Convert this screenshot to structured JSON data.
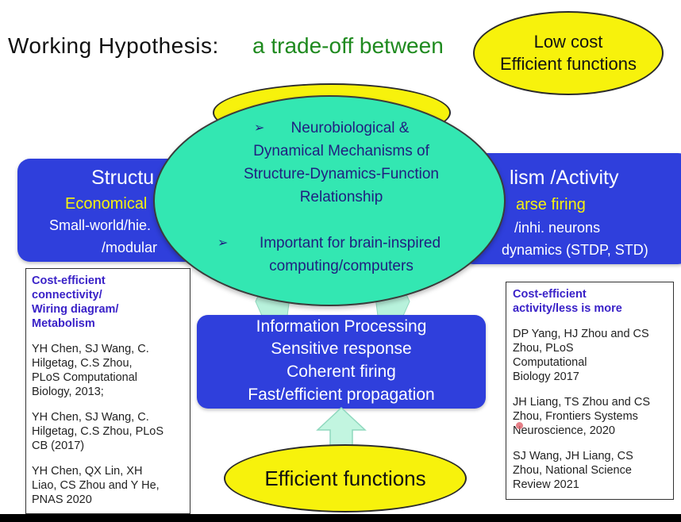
{
  "title": {
    "prefix": "Working Hypothesis:",
    "tradeoff": "a trade-off between"
  },
  "cost_ellipse": {
    "line1": "Low cost",
    "line2": "Efficient functions"
  },
  "structure_box": {
    "title": "Structu",
    "subtitle": "Economical",
    "line1": "Small-world/hie.",
    "line2": "/modular"
  },
  "activity_box": {
    "title": "lism /Activity",
    "subtitle": "arse firing",
    "line1": "/inhi. neurons",
    "line2": "dynamics (STDP, STD)"
  },
  "center_ellipse": {
    "bullet": "➢",
    "item1": [
      "Neurobiological &",
      "Dynamical Mechanisms of",
      "Structure-Dynamics-Function",
      "Relationship"
    ],
    "item2": [
      "Important for brain-inspired",
      "computing/computers"
    ]
  },
  "info_box": {
    "title": "Information Processing",
    "line1": "Sensitive response",
    "line2": "Coherent firing",
    "line3": "Fast/efficient propagation"
  },
  "efficient_ellipse": {
    "label": "Efficient functions"
  },
  "left_refs": {
    "heading": [
      "Cost-efficient",
      "connectivity/",
      "Wiring diagram/",
      "Metabolism"
    ],
    "ref1": [
      "YH Chen, SJ Wang, C.",
      "Hilgetag, C.S Zhou,",
      "PLoS Computational",
      "Biology, 2013;"
    ],
    "ref2": [
      "YH Chen, SJ Wang, C.",
      "Hilgetag, C.S Zhou, PLoS",
      "CB (2017)"
    ],
    "ref3": [
      "YH Chen, QX Lin, XH",
      "Liao, CS Zhou and Y He,",
      "PNAS 2020"
    ]
  },
  "right_refs": {
    "heading": [
      "Cost-efficient",
      "activity/less is more"
    ],
    "ref1": [
      "DP Yang, HJ Zhou and CS",
      "Zhou, PLoS",
      "Computational",
      "Biology 2017"
    ],
    "ref2": [
      "JH Liang, TS Zhou and CS",
      "Zhou, Frontiers Systems",
      "Neuroscience, 2020"
    ],
    "ref3": [
      "SJ Wang, JH Liang, CS",
      "Zhou, National Science",
      "Review 2021"
    ]
  },
  "colors": {
    "blue_box": "#2f3fdc",
    "yellow": "#f7f20c",
    "green_ellipse": "#33e7b2",
    "title_green": "#1f8a1f",
    "ref_heading": "#3a22c8"
  }
}
